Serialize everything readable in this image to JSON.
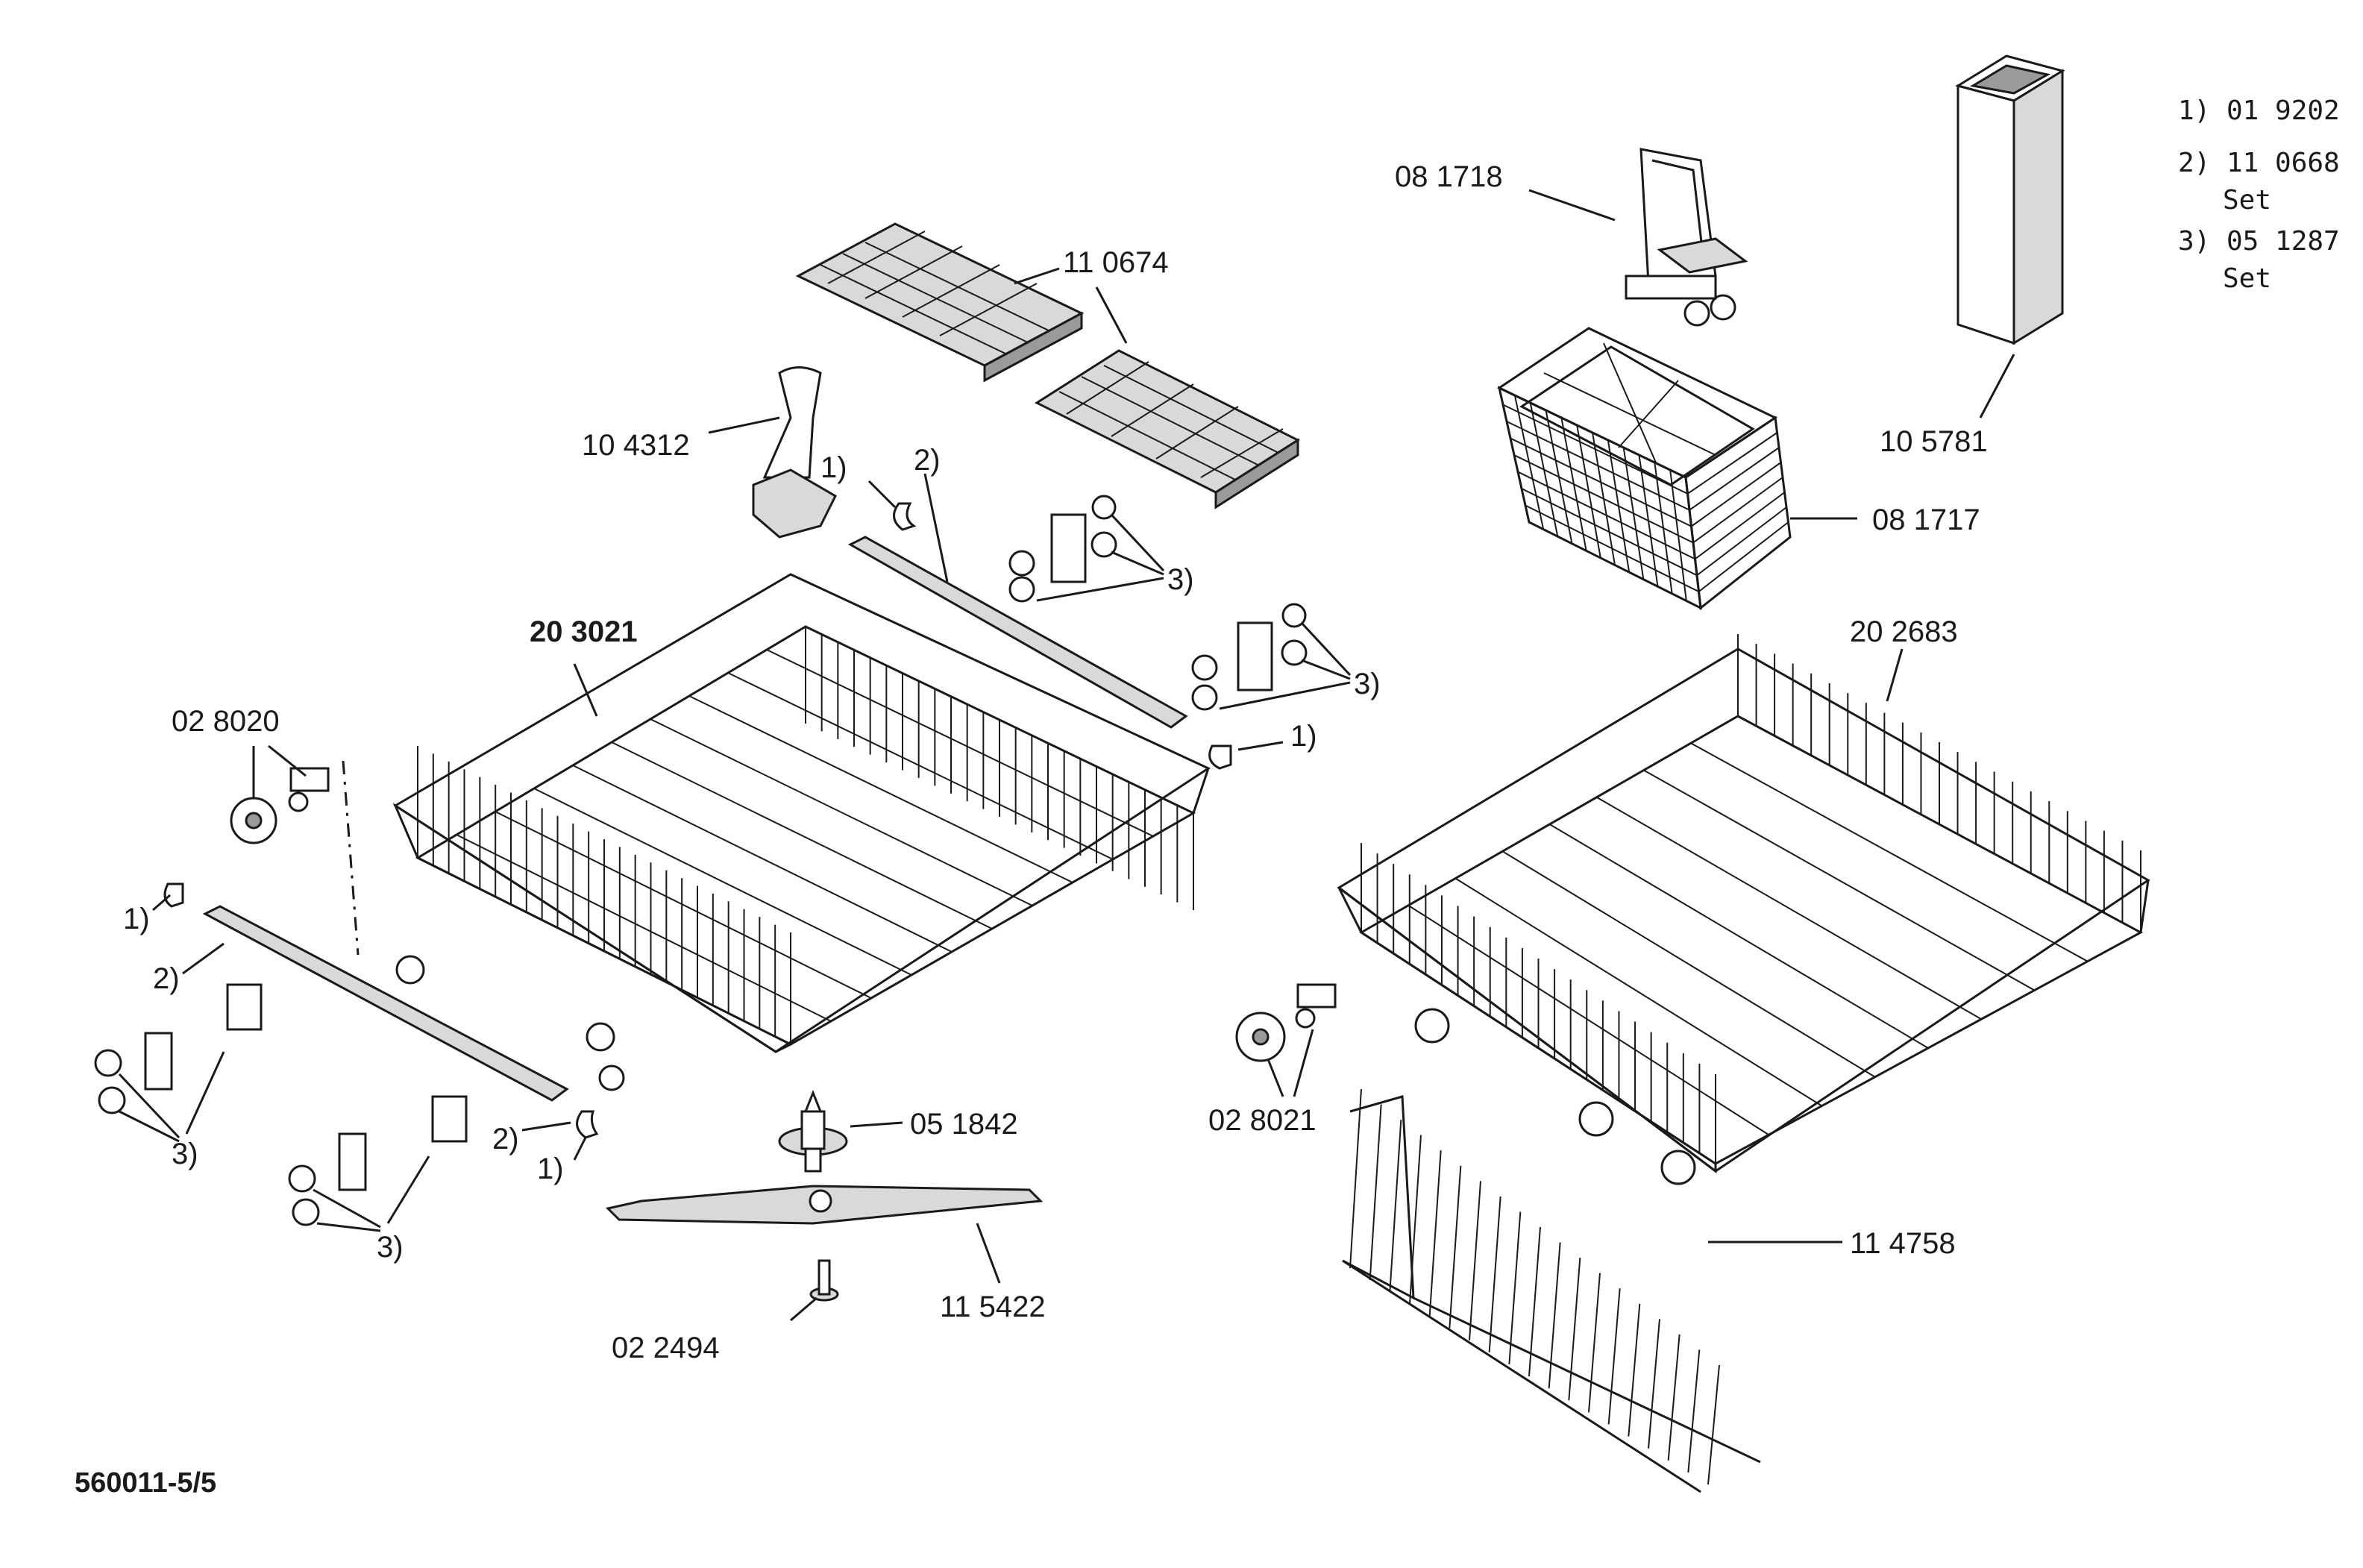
{
  "labels": {
    "tray_a": "11 0674",
    "holder": "10 4312",
    "upper_basket": "20 3021",
    "roller_left": "02 8020",
    "roller_right": "02 8021",
    "spray_arm_hub": "05 1842",
    "spray_arm": "11 5422",
    "screw": "02 2494",
    "basket_handle": "08 1718",
    "cutlery_basket": "08 1717",
    "tube": "10 5781",
    "lower_basket": "20 2683",
    "insert_rack": "11 4758",
    "ref_1": "1)",
    "ref_2": "2)",
    "ref_3": "3)"
  },
  "legend": [
    {
      "key": "1)",
      "value": "01 9202",
      "sub": ""
    },
    {
      "key": "2)",
      "value": "11 0668",
      "sub": "Set"
    },
    {
      "key": "3)",
      "value": "05 1287",
      "sub": "Set"
    }
  ],
  "drawing_number": "560011-5/5"
}
